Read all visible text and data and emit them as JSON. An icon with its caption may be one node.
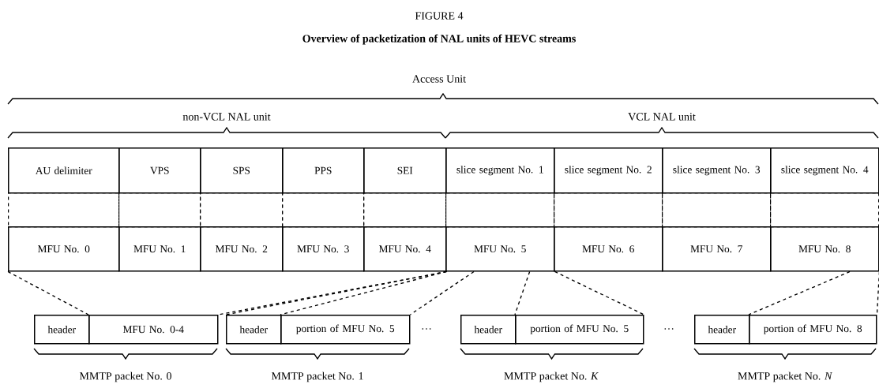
{
  "diagram": {
    "title": "Overview of packetization of NAL units of HEVC streams",
    "nodes": [
      {
        "text": [
          "AU delimiter"
        ]
      },
      {
        "text": [
          "VPS"
        ]
      },
      {
        "text": [
          "SPS"
        ]
      },
      {
        "text": [
          "PPS"
        ]
      },
      {
        "text": [
          "SEI"
        ]
      },
      {
        "text": [
          "slice segment No. 1"
        ]
      },
      {
        "text": [
          "slice segment No. 2"
        ]
      },
      {
        "text": [
          "slice segment No. 3"
        ]
      },
      {
        "text": [
          "slice segment No. 4"
        ]
      },
      {
        "text": [],
        "shape": "box"
      },
      {
        "text": [],
        "shape": "box"
      },
      {
        "text": [],
        "shape": "box"
      },
      {
        "text": [],
        "shape": "box"
      },
      {
        "text": [],
        "shape": "box"
      },
      {
        "text": [],
        "shape": "box"
      },
      {
        "text": [],
        "shape": "box"
      },
      {
        "text": [],
        "shape": "box"
      },
      {
        "text": [],
        "shape": "box"
      },
      {
        "text": [
          "MFU No. 0"
        ]
      },
      {
        "text": [
          "MFU No. 1"
        ]
      },
      {
        "text": [
          "MFU  No. 2"
        ]
      },
      {
        "text": [
          "MFU No. 3"
        ]
      },
      {
        "text": [
          "MFU No. 4"
        ]
      },
      {
        "text": [
          "MFU No. 5"
        ]
      },
      {
        "text": [
          "MFU No. 6"
        ]
      },
      {
        "text": [
          "MFU No. 7"
        ]
      },
      {
        "text": [
          "MFU No. 8"
        ]
      },
      {
        "text": [
          "header"
        ]
      },
      {
        "text": [
          "MFU No. 0-4"
        ]
      },
      {
        "text": [
          "header"
        ]
      },
      {
        "text": [
          "portion of MFU No. 5"
        ]
      },
      {
        "text": [
          "header"
        ]
      },
      {
        "text": [
          "portion of MFU No. 5"
        ]
      },
      {
        "text": [
          "header"
        ]
      },
      {
        "text": [
          "portion of MFU No. 8"
        ]
      }
    ],
    "edges": [
      {
        "from": 18,
        "to": 28,
        "arrow": "none",
        "style": "dashed"
      },
      {
        "from": 22,
        "to": 28,
        "arrow": "none",
        "style": "dashed"
      },
      {
        "from": 22,
        "to": 29,
        "arrow": "none",
        "style": "dashed"
      },
      {
        "from": 22,
        "to": 30,
        "arrow": "none",
        "style": "dashed"
      },
      {
        "from": 23,
        "to": 30,
        "arrow": "none",
        "style": "dashed"
      },
      {
        "from": 23,
        "to": 32,
        "arrow": "none",
        "style": "dashed"
      },
      {
        "from": 23,
        "to": 32,
        "arrow": "none",
        "style": "dashed"
      },
      {
        "from": 26,
        "to": 34,
        "arrow": "none",
        "style": "dashed"
      },
      {
        "from": 26,
        "to": 34,
        "arrow": "none",
        "style": "dashed"
      }
    ],
    "labels": [
      "FIGURE 4",
      "Access Unit",
      "non-VCL NAL unit",
      "VCL NAL unit",
      "…",
      "…",
      "MMTP packet No. 0",
      "MMTP packet No. 1",
      "MMTP packet No. *K*",
      "MMTP packet No. *N*"
    ]
  }
}
